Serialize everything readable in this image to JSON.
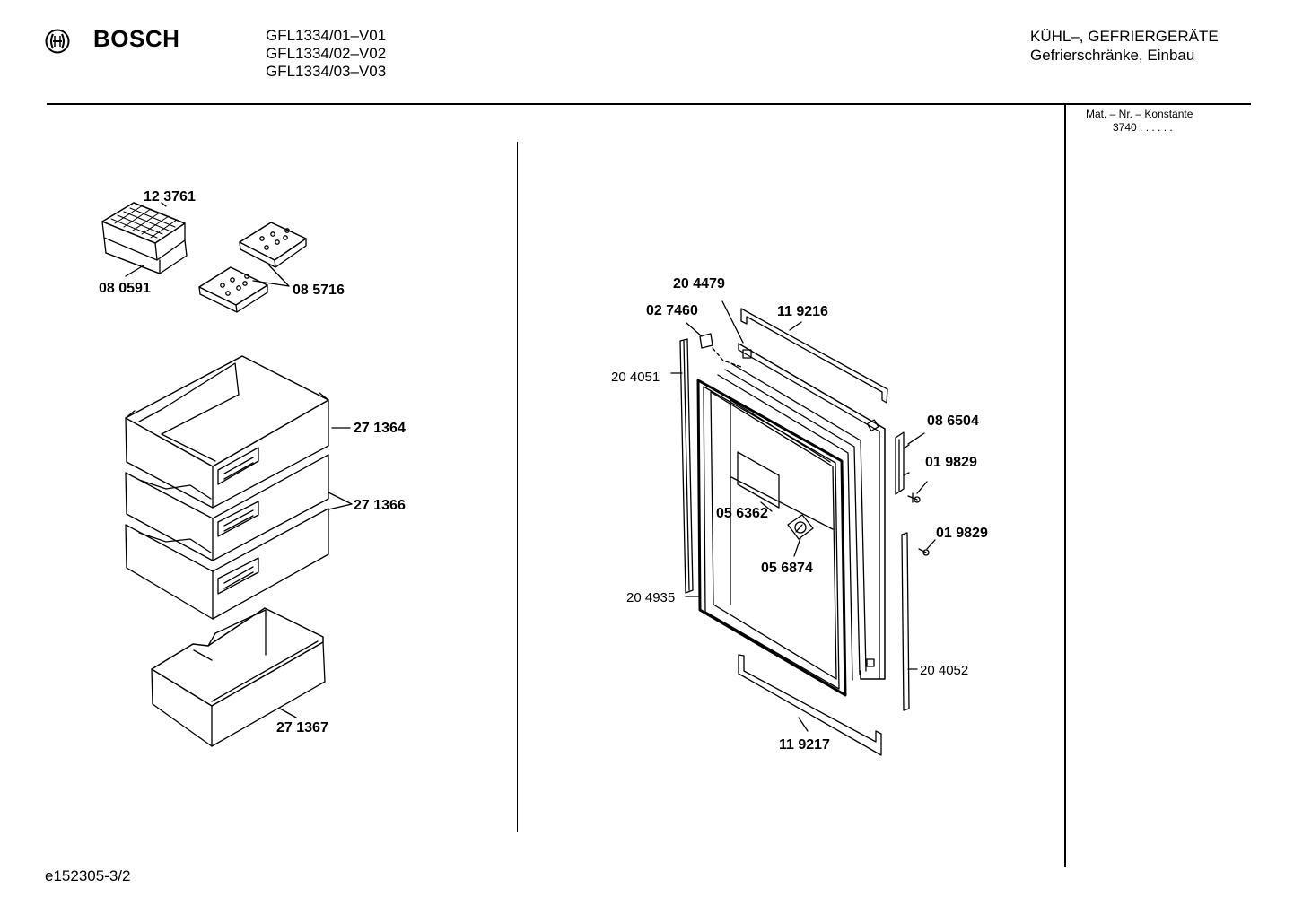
{
  "header": {
    "brand_logo_icon": "bosch-armature-logo",
    "brand_name": "BOSCH",
    "models": [
      "GFL1334/01–V01",
      "GFL1334/02–V02",
      "GFL1334/03–V03"
    ],
    "category_line1": "KÜHL–, GEFRIERGERÄTE",
    "category_line2": "Gefrierschränke, Einbau"
  },
  "sidebar": {
    "mat_label": "Mat. – Nr. – Konstante",
    "mat_value": "3740 . .  . . . ."
  },
  "footer": {
    "code": "e152305-3/2"
  },
  "parts_left": {
    "ice_tray_lid": "12 3761",
    "ice_tray": "08 0591",
    "cold_packs": "08 5716",
    "drawer_top": "27 1364",
    "drawers_middle": "27 1366",
    "drawer_bottom": "27 1367"
  },
  "parts_right": {
    "door_seal_corner": "20 4479",
    "clip": "02 7460",
    "top_strip": "11 9216",
    "left_strip": "20 4051",
    "hinge": "08 6504",
    "screw_upper": "01 9829",
    "display_window": "05 6362",
    "screw_lower": "01 9829",
    "control_knob": "05 6874",
    "door_gasket": "20 4935",
    "right_strip": "20 4052",
    "bottom_strip": "11 9217"
  }
}
